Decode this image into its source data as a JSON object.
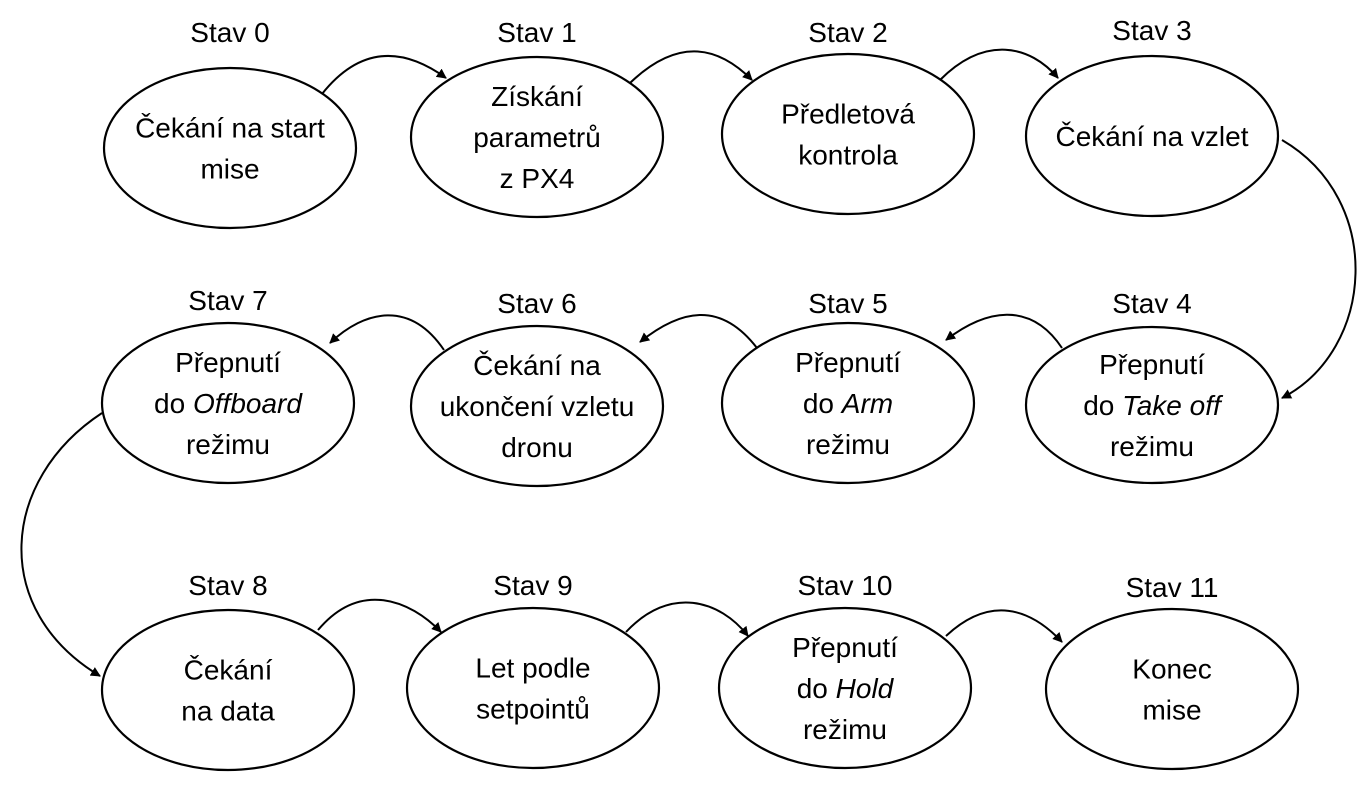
{
  "states": [
    {
      "id": 0,
      "label": "Stav 0",
      "lines": [
        [
          {
            "t": "Čekání na start"
          }
        ],
        [
          {
            "t": "mise"
          }
        ]
      ]
    },
    {
      "id": 1,
      "label": "Stav 1",
      "lines": [
        [
          {
            "t": "Získání"
          }
        ],
        [
          {
            "t": "parametrů"
          }
        ],
        [
          {
            "t": "z PX4"
          }
        ]
      ]
    },
    {
      "id": 2,
      "label": "Stav 2",
      "lines": [
        [
          {
            "t": "Předletová"
          }
        ],
        [
          {
            "t": "kontrola"
          }
        ]
      ]
    },
    {
      "id": 3,
      "label": "Stav 3",
      "lines": [
        [
          {
            "t": "Čekání na vzlet"
          }
        ]
      ]
    },
    {
      "id": 4,
      "label": "Stav 4",
      "lines": [
        [
          {
            "t": "Přepnutí"
          }
        ],
        [
          {
            "t": "do "
          },
          {
            "t": "Take off",
            "i": true
          }
        ],
        [
          {
            "t": "režimu"
          }
        ]
      ]
    },
    {
      "id": 5,
      "label": "Stav 5",
      "lines": [
        [
          {
            "t": "Přepnutí"
          }
        ],
        [
          {
            "t": "do "
          },
          {
            "t": "Arm",
            "i": true
          }
        ],
        [
          {
            "t": "režimu"
          }
        ]
      ]
    },
    {
      "id": 6,
      "label": "Stav 6",
      "lines": [
        [
          {
            "t": "Čekání na"
          }
        ],
        [
          {
            "t": "ukončení vzletu"
          }
        ],
        [
          {
            "t": "dronu"
          }
        ]
      ]
    },
    {
      "id": 7,
      "label": "Stav 7",
      "lines": [
        [
          {
            "t": "Přepnutí"
          }
        ],
        [
          {
            "t": "do "
          },
          {
            "t": "Offboard",
            "i": true
          }
        ],
        [
          {
            "t": "režimu"
          }
        ]
      ]
    },
    {
      "id": 8,
      "label": "Stav 8",
      "lines": [
        [
          {
            "t": "Čekání"
          }
        ],
        [
          {
            "t": "na data"
          }
        ]
      ]
    },
    {
      "id": 9,
      "label": "Stav 9",
      "lines": [
        [
          {
            "t": "Let podle"
          }
        ],
        [
          {
            "t": "setpointů"
          }
        ]
      ]
    },
    {
      "id": 10,
      "label": "Stav 10",
      "lines": [
        [
          {
            "t": "Přepnutí"
          }
        ],
        [
          {
            "t": "do "
          },
          {
            "t": "Hold",
            "i": true
          }
        ],
        [
          {
            "t": "režimu"
          }
        ]
      ]
    },
    {
      "id": 11,
      "label": "Stav 11",
      "lines": [
        [
          {
            "t": "Konec"
          }
        ],
        [
          {
            "t": "mise"
          }
        ]
      ]
    }
  ],
  "transitions": [
    [
      0,
      1
    ],
    [
      1,
      2
    ],
    [
      2,
      3
    ],
    [
      3,
      4
    ],
    [
      4,
      5
    ],
    [
      5,
      6
    ],
    [
      6,
      7
    ],
    [
      7,
      8
    ],
    [
      8,
      9
    ],
    [
      9,
      10
    ],
    [
      10,
      11
    ]
  ]
}
